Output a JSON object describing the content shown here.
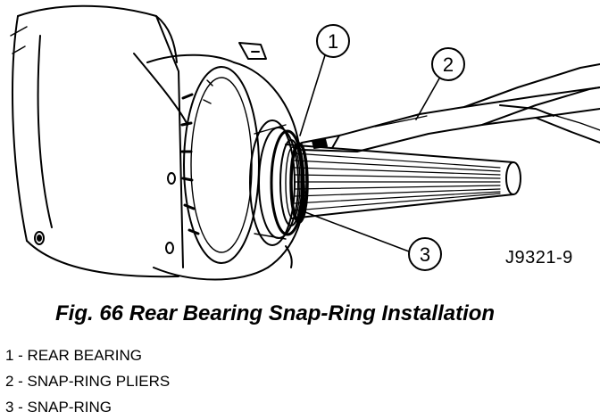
{
  "figure": {
    "code": "J9321-9",
    "caption": "Fig. 66 Rear Bearing Snap-Ring Installation"
  },
  "callouts": [
    {
      "number": "1",
      "part": "REAR BEARING"
    },
    {
      "number": "2",
      "part": "SNAP-RING PLIERS"
    },
    {
      "number": "3",
      "part": "SNAP-RING"
    }
  ],
  "legend": [
    "1 - REAR BEARING",
    "2 - SNAP-RING PLIERS",
    "3 - SNAP-RING"
  ]
}
